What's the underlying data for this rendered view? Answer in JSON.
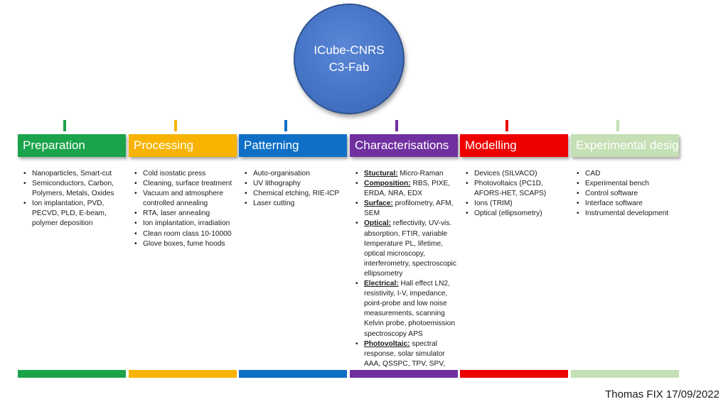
{
  "center": {
    "line1": "ICube-CNRS",
    "line2": "C3-Fab"
  },
  "columns": [
    {
      "id": "preparation",
      "title": "Preparation",
      "color": "#1aa34a",
      "items": [
        {
          "text": "Nanoparticles, Smart-cut"
        },
        {
          "text": "Semiconductors, Carbon, Polymers, Metals, Oxides"
        },
        {
          "text": "Ion implantation, PVD, PECVD, PLD, E-beam, polymer deposition"
        }
      ]
    },
    {
      "id": "processing",
      "title": "Processing",
      "color": "#f7b300",
      "items": [
        {
          "text": "Cold isostatic press"
        },
        {
          "text": "Cleaning, surface treatment"
        },
        {
          "text": "Vacuum and atmosphere controlled annealing"
        },
        {
          "text": "RTA, laser annealing"
        },
        {
          "text": "Ion implantation, irradiation"
        },
        {
          "text": "Clean room class 10-10000"
        },
        {
          "text": "Glove boxes, fume hoods"
        }
      ]
    },
    {
      "id": "patterning",
      "title": "Patterning",
      "color": "#0f6fc6",
      "items": [
        {
          "text": "Auto-organisation"
        },
        {
          "text": "UV lithography"
        },
        {
          "text": "Chemical etching, RIE-ICP"
        },
        {
          "text": "Laser cutting"
        }
      ]
    },
    {
      "id": "characterisations",
      "title": "Characterisations",
      "color": "#7030a0",
      "items": [
        {
          "label": "Stuctural:",
          "text": " Micro-Raman"
        },
        {
          "label": "Composition:",
          "text": " RBS, PIXE, ERDA, NRA, EDX"
        },
        {
          "label": "Surface:",
          "text": " profilometry, AFM, SEM"
        },
        {
          "label": "Optical:",
          "text": " reflectivity, UV-vis. absorption, FTIR, variable temperature PL, lifetime, optical microscopy, interferometry, spectroscopic ellipsometry"
        },
        {
          "label": "Electrical:",
          "text": " Hall effect LN2, resistivity, I-V, impedance, point-probe and low noise measurements, scanning Kelvin probe, photoemission spectroscopy APS"
        },
        {
          "label": "Photovoltaic:",
          "text": " spectral response, solar simulator AAA, QSSPC, TPV, SPV, SPS"
        }
      ]
    },
    {
      "id": "modelling",
      "title": "Modelling",
      "color": "#ee0000",
      "items": [
        {
          "text": "Devices (SILVACO)"
        },
        {
          "text": "Photovoltaics (PC1D, AFORS-HET, SCAPS)"
        },
        {
          "text": "Ions (TRIM)"
        },
        {
          "text": "Optical (ellipsometry)"
        }
      ]
    },
    {
      "id": "experimental-design",
      "title": "Experimental design",
      "color": "#c5e0b4",
      "items": [
        {
          "text": "CAD"
        },
        {
          "text": "Experimental bench"
        },
        {
          "text": "Control software"
        },
        {
          "text": "Interface software"
        },
        {
          "text": "Instrumental development"
        }
      ]
    }
  ],
  "footer": "Thomas FIX 17/09/2022"
}
